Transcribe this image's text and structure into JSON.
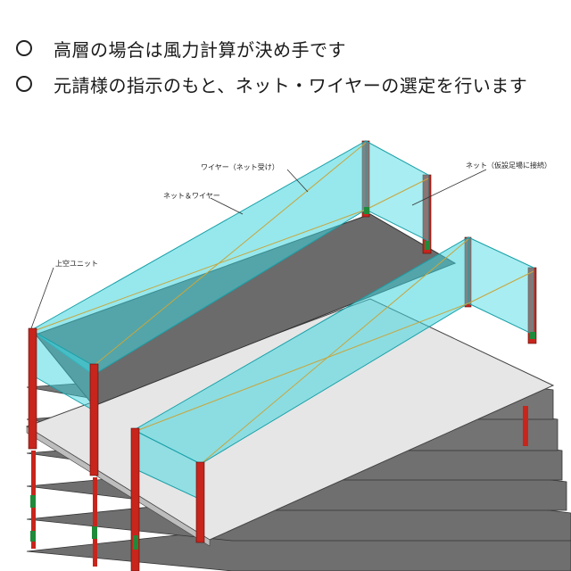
{
  "bullets": [
    {
      "mark": "circle",
      "text": "高層の場合は風力計算が決め手です"
    },
    {
      "mark": "circle",
      "text": "元請様の指示のもと、ネット・ワイヤーの選定を行います"
    }
  ],
  "diagram": {
    "labels": {
      "wire_net_receiver": "ワイヤー（ネット受け）",
      "net_to_scaffold": "ネット（仮設足場に接続）",
      "net_and_wire": "ネット＆ワイヤー",
      "overhead_unit": "上空ユニット"
    },
    "colors": {
      "net": "#3fd6df",
      "column": "#c8251c",
      "column_bracing": "#1f8a3a",
      "wire": "#c8a53c",
      "slab_dark": "#6b6b6b",
      "slab_light": "#e4e4e4"
    }
  }
}
